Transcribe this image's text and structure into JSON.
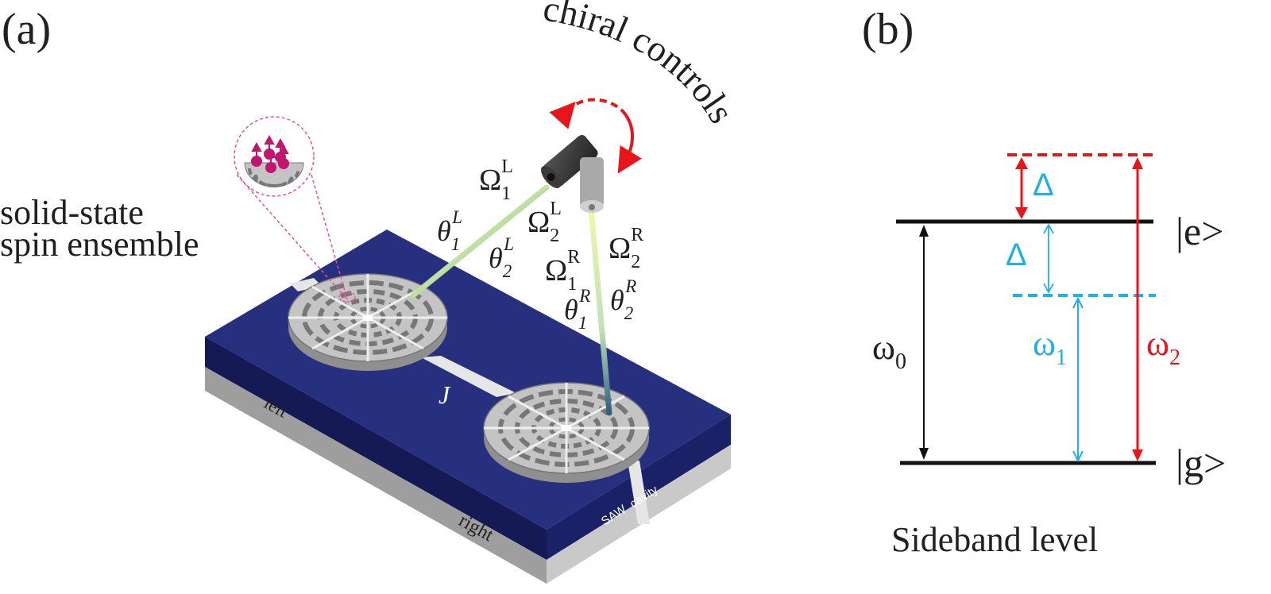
{
  "panel_a": {
    "label": "(a)",
    "chiral_label": "chiral controls",
    "ensemble_label_line1": "solid-state",
    "ensemble_label_line2": "spin ensemble",
    "coupling_label": "J",
    "left_label": "left",
    "right_label": "right",
    "saw_label": "SAW",
    "cavity_label": "cavity",
    "omega1L": {
      "base": "Ω",
      "sub": "1",
      "sup": "L"
    },
    "omega2L": {
      "base": "Ω",
      "sub": "2",
      "sup": "L"
    },
    "omega1R": {
      "base": "Ω",
      "sub": "1",
      "sup": "R"
    },
    "omega2R": {
      "base": "Ω",
      "sub": "2",
      "sup": "R"
    },
    "theta1L": {
      "base": "θ",
      "sub": "1",
      "sup": "L"
    },
    "theta2L": {
      "base": "θ",
      "sub": "2",
      "sup": "L"
    },
    "theta1R": {
      "base": "θ",
      "sub": "1",
      "sup": "R"
    },
    "theta2R": {
      "base": "θ",
      "sub": "2",
      "sup": "R"
    }
  },
  "panel_b": {
    "label": "(b)",
    "excited_label": "|e>",
    "ground_label": "|g>",
    "detuning_upper": "Δ",
    "detuning_lower": "Δ",
    "omega0": {
      "base": "ω",
      "sub": "0"
    },
    "omega1": {
      "base": "ω",
      "sub": "1"
    },
    "omega2": {
      "base": "ω",
      "sub": "2"
    },
    "caption": "Sideband level"
  },
  "colors": {
    "substrate": "#26307f",
    "substrate_dark": "#151a55",
    "resonator": "#b8b8b8",
    "red": "#e8151b",
    "blue": "#22aee6",
    "spin": "#c21570",
    "beam": "#d9ec8f"
  }
}
